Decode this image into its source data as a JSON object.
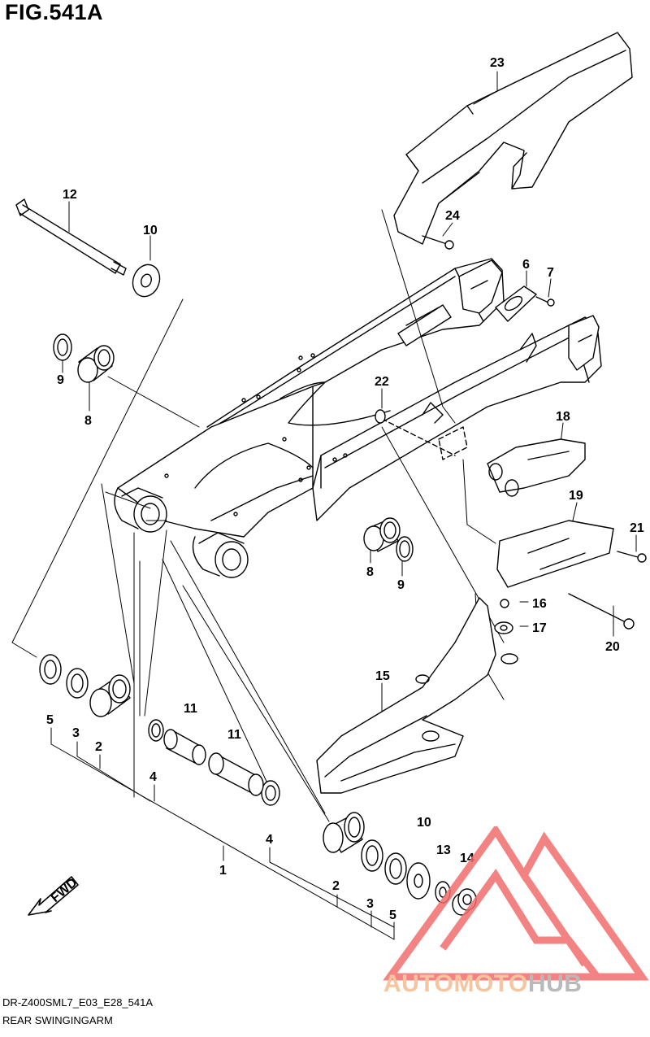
{
  "figure": {
    "title": "FIG.541A"
  },
  "footer": {
    "code": "DR-Z400SML7_E03_E28_541A",
    "name": "REAR SWINGINGARM"
  },
  "watermark": {
    "part1": "AUTOMOTO",
    "part2": "HUB",
    "color1": "#f5c5a0",
    "color2": "#b9b9b9",
    "logo_color": "#f26d6d"
  },
  "fwd_label": "FWD",
  "callouts": [
    {
      "id": "c23",
      "text": "23"
    },
    {
      "id": "c12",
      "text": "12"
    },
    {
      "id": "c10a",
      "text": "10"
    },
    {
      "id": "c24",
      "text": "24"
    },
    {
      "id": "c6",
      "text": "6"
    },
    {
      "id": "c7",
      "text": "7"
    },
    {
      "id": "c9a",
      "text": "9"
    },
    {
      "id": "c8a",
      "text": "8"
    },
    {
      "id": "c22",
      "text": "22"
    },
    {
      "id": "c18",
      "text": "18"
    },
    {
      "id": "c19",
      "text": "19"
    },
    {
      "id": "c21",
      "text": "21"
    },
    {
      "id": "c8b",
      "text": "8"
    },
    {
      "id": "c9b",
      "text": "9"
    },
    {
      "id": "c16",
      "text": "16"
    },
    {
      "id": "c17",
      "text": "17"
    },
    {
      "id": "c20",
      "text": "20"
    },
    {
      "id": "c15",
      "text": "15"
    },
    {
      "id": "c5a",
      "text": "5"
    },
    {
      "id": "c3a",
      "text": "3"
    },
    {
      "id": "c2a",
      "text": "2"
    },
    {
      "id": "c11a",
      "text": "11"
    },
    {
      "id": "c11b",
      "text": "11"
    },
    {
      "id": "c4a",
      "text": "4"
    },
    {
      "id": "c4b",
      "text": "4"
    },
    {
      "id": "c1",
      "text": "1"
    },
    {
      "id": "c10b",
      "text": "10"
    },
    {
      "id": "c13",
      "text": "13"
    },
    {
      "id": "c14",
      "text": "14"
    },
    {
      "id": "c2b",
      "text": "2"
    },
    {
      "id": "c3b",
      "text": "3"
    },
    {
      "id": "c5b",
      "text": "5"
    }
  ]
}
